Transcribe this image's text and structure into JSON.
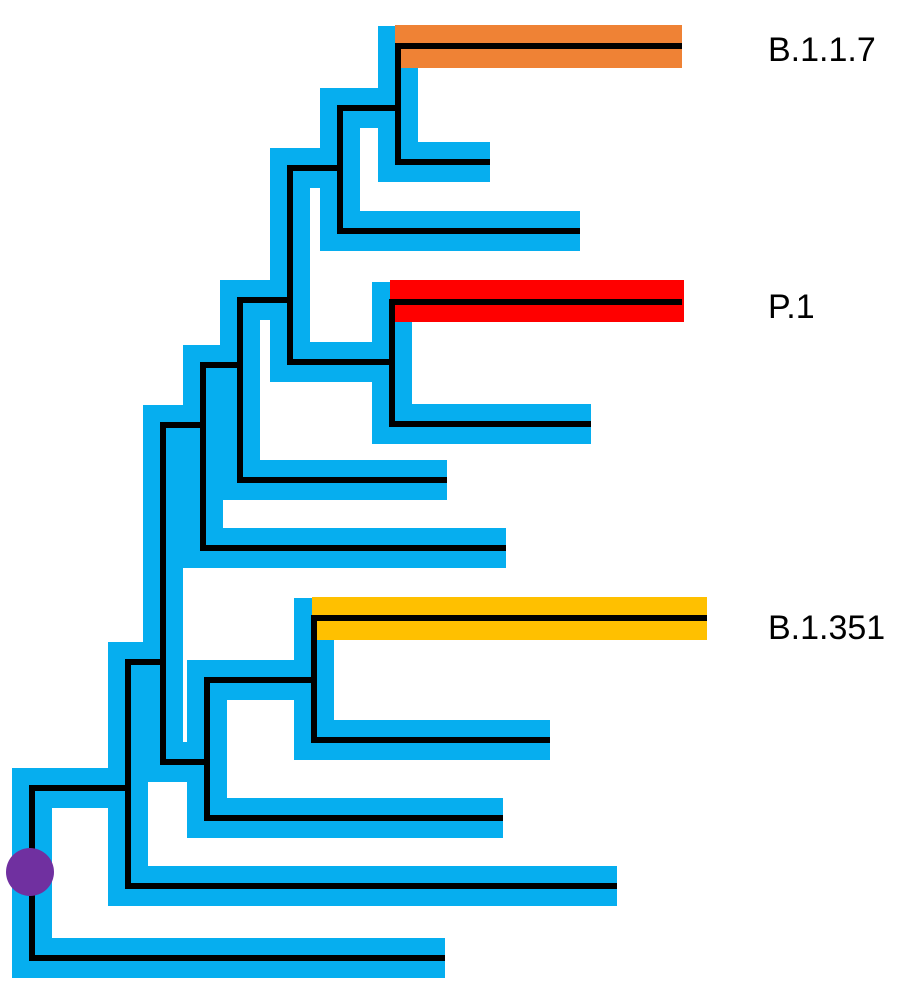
{
  "diagram": {
    "type": "phylogenetic-tree",
    "colors": {
      "background_band": "#06aeef",
      "branch": "#000000",
      "root_marker": "#7030a0",
      "b117_highlight": "#ef8235",
      "p1_highlight": "#ff0000",
      "b1351_highlight": "#ffc000"
    },
    "lineages": [
      {
        "id": "b117",
        "label": "B.1.1.7"
      },
      {
        "id": "p1",
        "label": "P.1"
      },
      {
        "id": "b1351",
        "label": "B.1.351"
      }
    ]
  }
}
